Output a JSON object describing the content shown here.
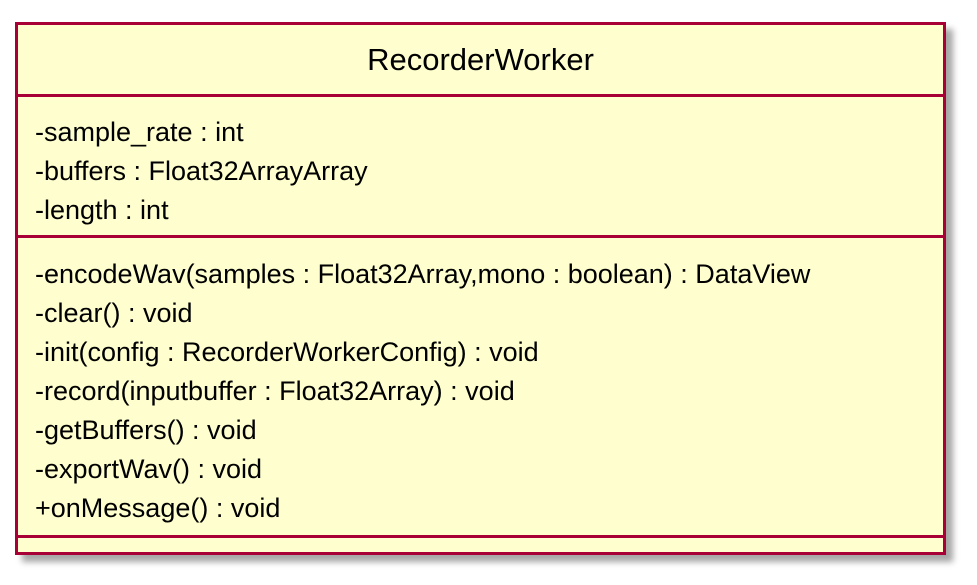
{
  "class": {
    "name": "RecorderWorker",
    "attributes": [
      "-sample_rate : int",
      "-buffers : Float32ArrayArray",
      "-length : int"
    ],
    "methods": [
      "-encodeWav(samples : Float32Array,mono : boolean) : DataView",
      "-clear() : void",
      "-init(config : RecorderWorkerConfig) : void",
      "-record(inputbuffer : Float32Array) : void",
      "-getBuffers() : void",
      "-exportWav() : void",
      "+onMessage() : void"
    ]
  },
  "colors": {
    "border": "#A80036",
    "fill": "#FEFECE",
    "text": "#000000"
  }
}
